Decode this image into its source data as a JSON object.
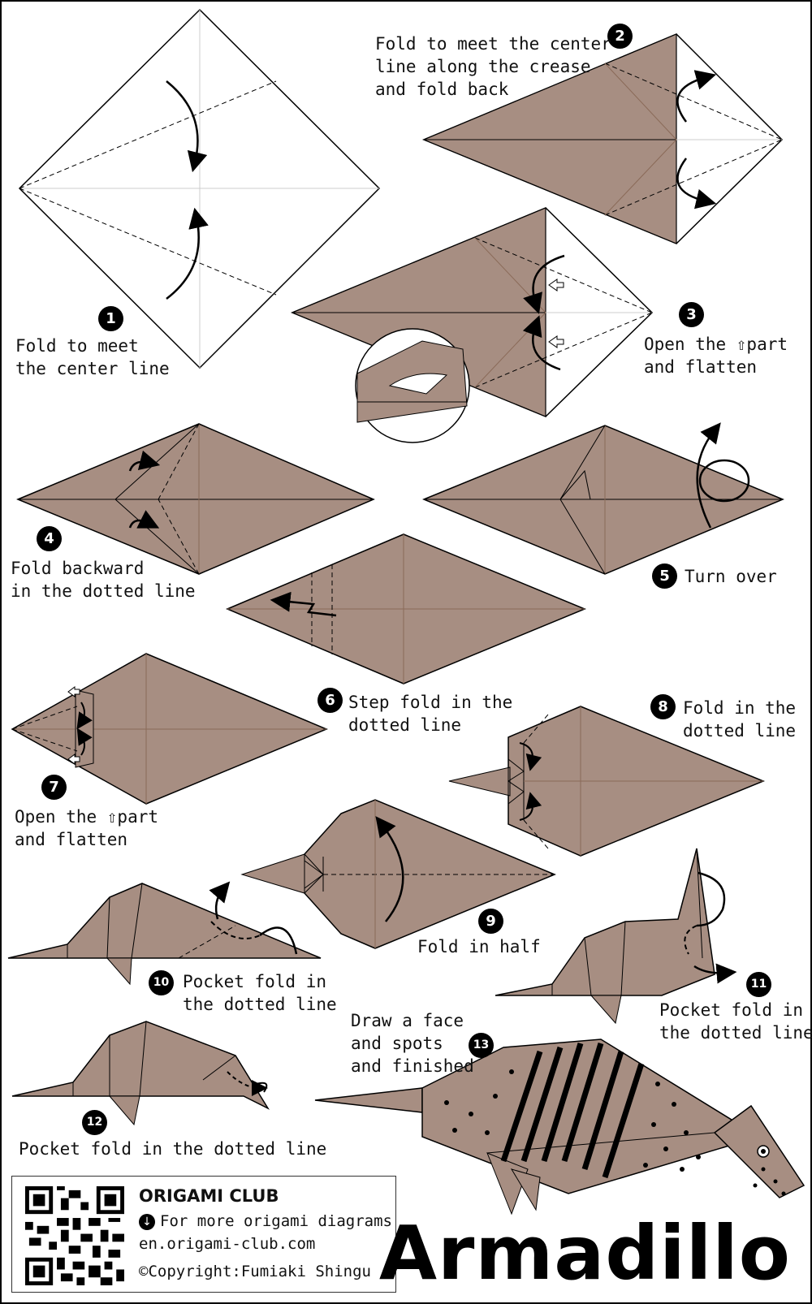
{
  "title": "Armadillo",
  "steps": [
    {
      "num": "1",
      "text": "Fold to meet\nthe center line"
    },
    {
      "num": "2",
      "text": "Fold to meet the center\nline along the crease\nand fold back"
    },
    {
      "num": "3",
      "text": "Open the ⇧part\nand flatten"
    },
    {
      "num": "4",
      "text": "Fold backward\nin the dotted line"
    },
    {
      "num": "5",
      "text": "Turn over"
    },
    {
      "num": "6",
      "text": "Step fold in the\ndotted line"
    },
    {
      "num": "7",
      "text": "Open the ⇧part\nand flatten"
    },
    {
      "num": "8",
      "text": "Fold in the\ndotted line"
    },
    {
      "num": "9",
      "text": "Fold in half"
    },
    {
      "num": "10",
      "text": "Pocket fold in\nthe dotted line"
    },
    {
      "num": "11",
      "text": "Pocket fold in\nthe dotted line"
    },
    {
      "num": "12",
      "text": "Pocket fold in the dotted line"
    },
    {
      "num": "13",
      "text": "Draw a face\nand spots\nand finished"
    }
  ],
  "footer": {
    "club": "ORIGAMI CLUB",
    "more": "For more origami diagrams",
    "url": "en.origami-club.com",
    "copyright": "©Copyright:Fumiaki Shingu"
  },
  "colors": {
    "paper": "#a78e82",
    "line": "#000000",
    "crease": "#c9c9c9",
    "inner": "#8a6a58"
  }
}
